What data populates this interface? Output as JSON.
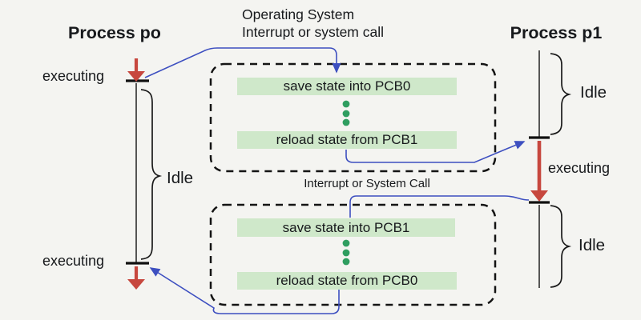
{
  "colors": {
    "background": "#f4f4f1",
    "bar_green": "#cfe8ca",
    "dot_green": "#2f9e60",
    "arrow_red": "#c7473e",
    "connector_blue": "#3d4fc0",
    "ink": "#17191c"
  },
  "headers": {
    "process_left": "Process po",
    "process_right": "Process p1",
    "os_line1": "Operating System",
    "os_line2": "Interrupt or system call"
  },
  "timeline_left": {
    "executing_top": "executing",
    "idle": "Idle",
    "executing_bottom": "executing"
  },
  "timeline_right": {
    "idle_top": "Idle",
    "executing": "executing",
    "idle_bottom": "Idle"
  },
  "switch_box_1": {
    "step_top": "save state into PCB0",
    "step_bottom": "reload state from PCB1"
  },
  "switch_box_2": {
    "label": "Interrupt or System Call",
    "step_top": "save state into PCB1",
    "step_bottom": "reload state from PCB0"
  }
}
